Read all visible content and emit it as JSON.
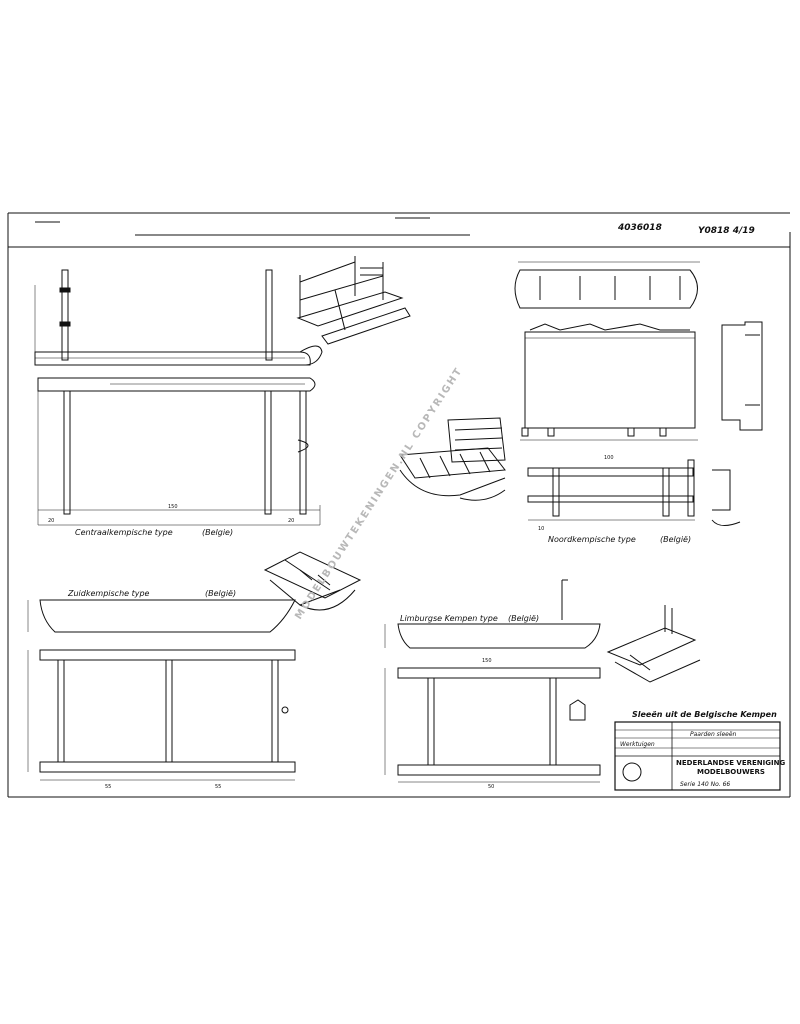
{
  "sheet": {
    "drawing_number": "4036018",
    "stamp": "Y0818 4/19",
    "watermark": "MODELBOUWTEKENINGEN.NL COPYRIGHT"
  },
  "views": {
    "centraal": {
      "title": "Centraalkempische type",
      "region": "(Belgie)",
      "dim_length": "150",
      "dim_end": "20",
      "dim_end2": "20"
    },
    "noord": {
      "title": "Noordkempische type",
      "region": "(België)",
      "dim_length": "100",
      "dim_end": "10"
    },
    "zuid": {
      "title": "Zuidkempische type",
      "region": "(België)",
      "dim_span_a": "55",
      "dim_span_b": "55"
    },
    "limburg": {
      "title": "Limburgse Kempen type",
      "region": "(België)",
      "dim_length": "150",
      "dim_mid": "50"
    }
  },
  "title_block": {
    "heading": "Sleeën uit de Belgische Kempen",
    "subject": "Paarden sleeën",
    "category": "Werktuigen",
    "org_line1": "NEDERLANDSE VERENIGING",
    "org_line2": "MODELBOUWERS",
    "number": "Serie 140 No. 66"
  },
  "colors": {
    "ink": "#111111",
    "paper": "#ffffff",
    "watermark": "#b8b8b8"
  }
}
